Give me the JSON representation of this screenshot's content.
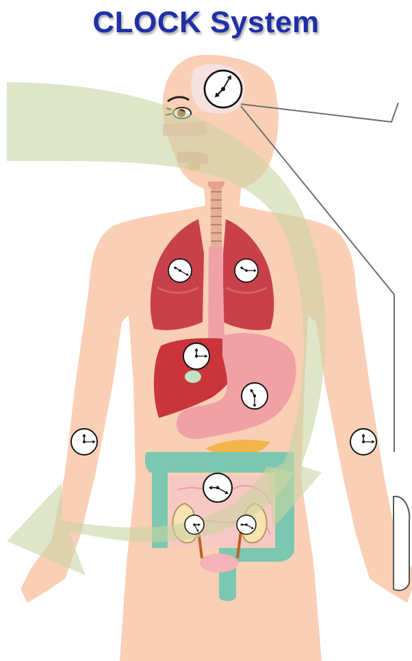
{
  "title": "CLOCK System",
  "colors": {
    "title": "#1f2fa8",
    "skin": "#f9cfb6",
    "lung": "#c8414a",
    "liver": "#c9353b",
    "stomach": "#f0a1a6",
    "intestine": "#7cc7b0",
    "kidney": "#f6e3b0",
    "arrow": "#c9d3a4"
  },
  "clocks": [
    {
      "name": "brain-clock",
      "hour": 225,
      "minute": 30
    },
    {
      "name": "left-lung-clock",
      "hour": 300,
      "minute": 120
    },
    {
      "name": "right-lung-clock",
      "hour": 300,
      "minute": 90
    },
    {
      "name": "liver-clock",
      "hour": 0,
      "minute": 90
    },
    {
      "name": "stomach-clock",
      "hour": 330,
      "minute": 180
    },
    {
      "name": "right-arm-clock",
      "hour": 0,
      "minute": 90
    },
    {
      "name": "left-arm-clock",
      "hour": 0,
      "minute": 90
    },
    {
      "name": "intestine-clock",
      "hour": 270,
      "minute": 120
    },
    {
      "name": "left-kidney-clock",
      "hour": 90,
      "minute": 150
    },
    {
      "name": "right-kidney-clock",
      "hour": 270,
      "minute": 120
    }
  ]
}
